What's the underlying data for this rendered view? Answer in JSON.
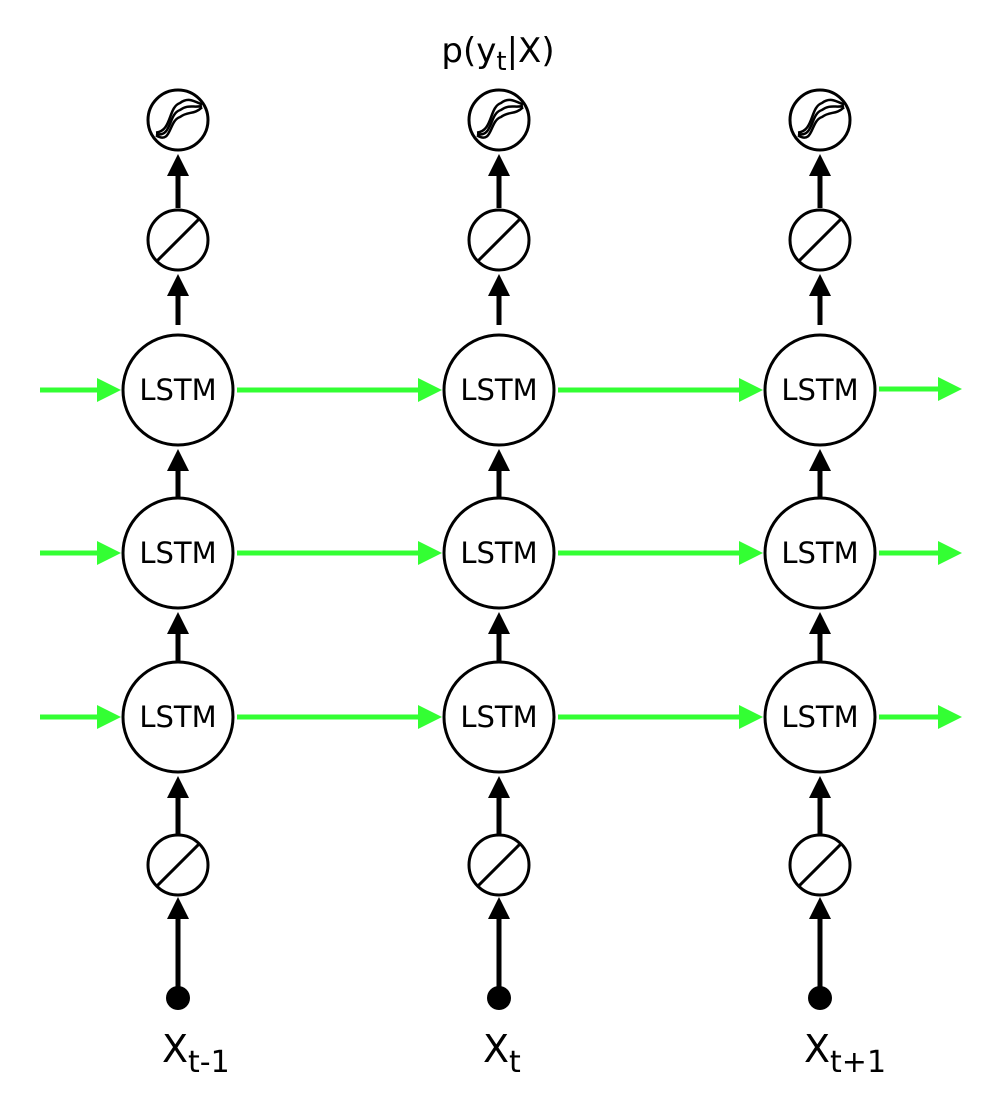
{
  "title": {
    "main": "p(y",
    "sub": "t",
    "tail": "|X)"
  },
  "colors": {
    "stroke": "#000000",
    "recurrent_arrow": "#33ff33",
    "node_fill": "#ffffff"
  },
  "columns": [
    {
      "input": {
        "main": "X",
        "sub": "t-1"
      }
    },
    {
      "input": {
        "main": "X",
        "sub": "t"
      }
    },
    {
      "input": {
        "main": "X",
        "sub": "t+1"
      }
    }
  ],
  "layers": [
    {
      "label": "LSTM"
    },
    {
      "label": "LSTM"
    },
    {
      "label": "LSTM"
    }
  ],
  "icons": {
    "output": "softmax-icon",
    "linear": "linear-layer-icon",
    "input_node": "input-dot-icon"
  }
}
